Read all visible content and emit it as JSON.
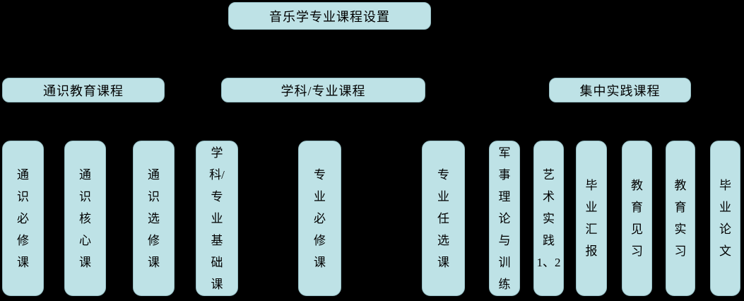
{
  "diagram": {
    "title": "音乐学专业课程设置",
    "colors": {
      "background": "#000000",
      "box_fill": "#bee2e6",
      "box_border": "#97c0c6",
      "text": "#000000"
    },
    "categories": [
      {
        "label": "通识教育课程"
      },
      {
        "label": "学科/专业课程"
      },
      {
        "label": "集中实践课程"
      }
    ],
    "courses": [
      {
        "label": "通\n识\n必\n修\n课"
      },
      {
        "label": "通\n识\n核\n心\n课"
      },
      {
        "label": "通\n识\n选\n修\n课"
      },
      {
        "label": "学\n科/\n专\n业\n基\n础\n课"
      },
      {
        "label": "专\n业\n必\n修\n课"
      },
      {
        "label": "专\n业\n任\n选\n课"
      },
      {
        "label": "军\n事\n理\n论\n与\n训\n练"
      },
      {
        "label": "艺\n术\n实\n践\n1、2"
      },
      {
        "label": "毕\n业\n汇\n报"
      },
      {
        "label": "教\n育\n见\n习"
      },
      {
        "label": "教\n育\n实\n习"
      },
      {
        "label": "毕\n业\n论\n文"
      }
    ]
  }
}
